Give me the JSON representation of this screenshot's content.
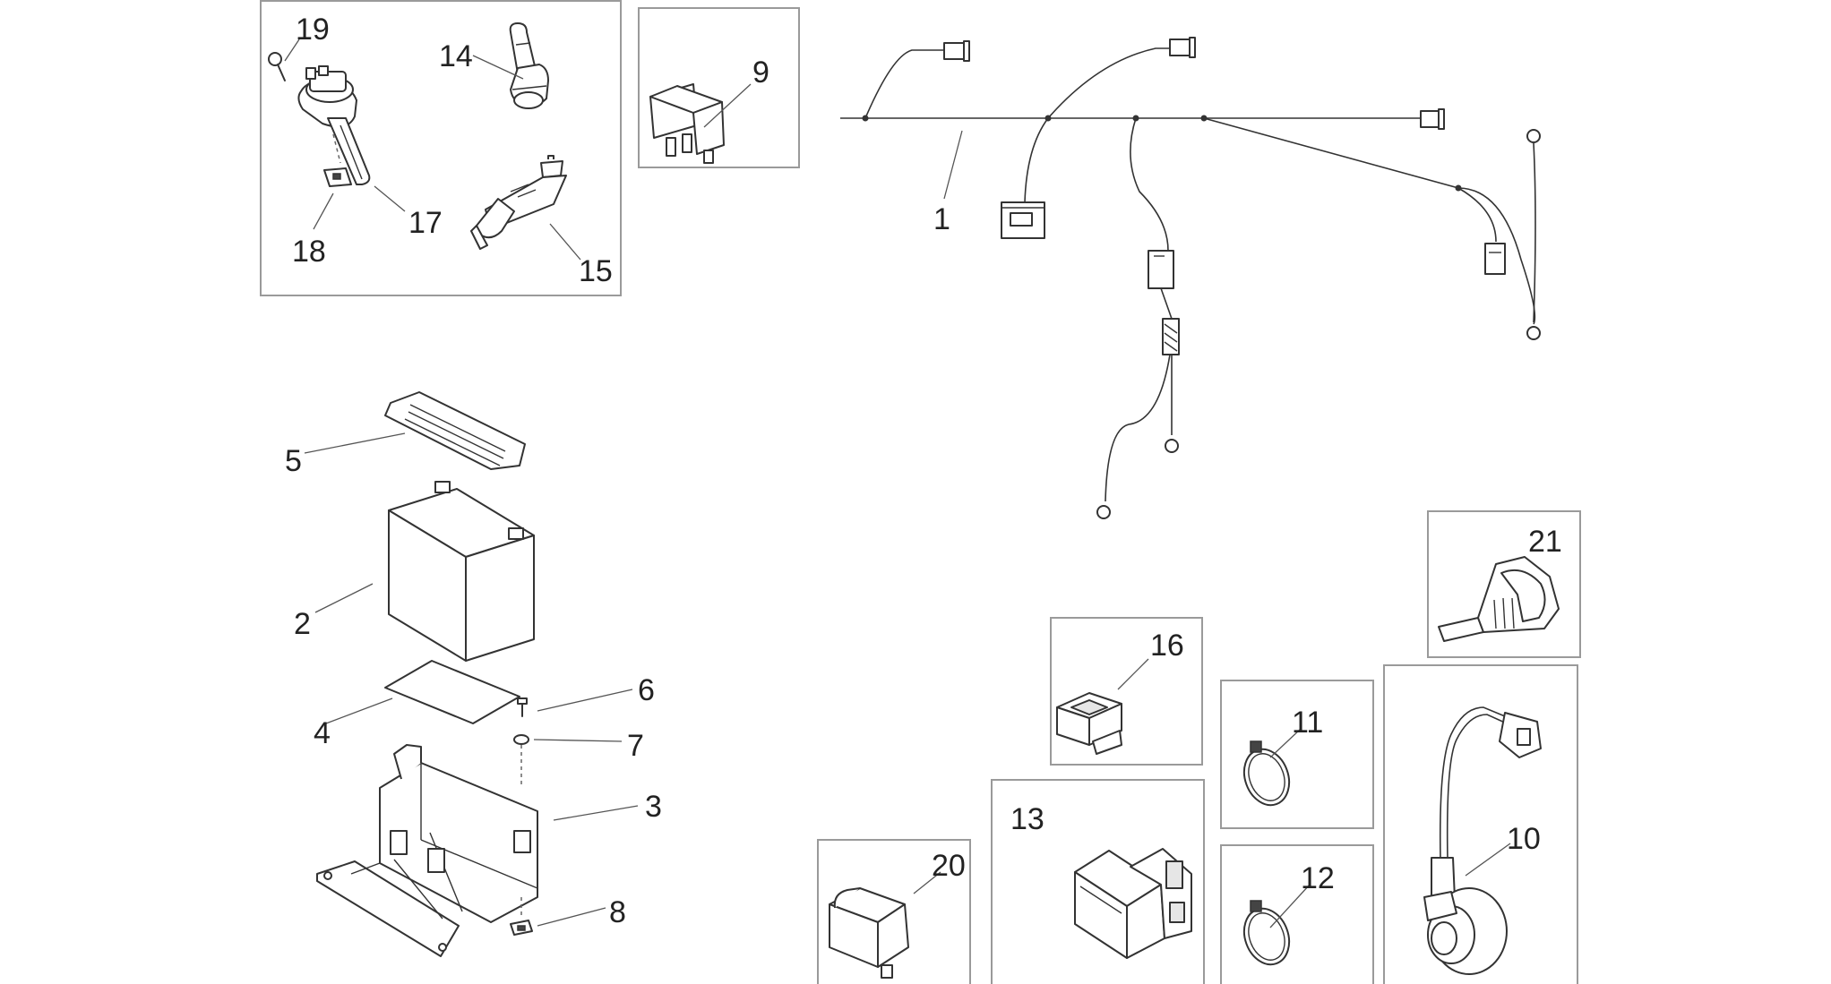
{
  "parts": [
    {
      "id": "p1",
      "label": "1",
      "shape": "wiring-harness"
    },
    {
      "id": "p2",
      "label": "2",
      "shape": "battery"
    },
    {
      "id": "p3",
      "label": "3",
      "shape": "battery-tray"
    },
    {
      "id": "p4",
      "label": "4",
      "shape": "battery-pad"
    },
    {
      "id": "p5",
      "label": "5",
      "shape": "battery-strap"
    },
    {
      "id": "p6",
      "label": "6",
      "shape": "screw"
    },
    {
      "id": "p7",
      "label": "7",
      "shape": "washer"
    },
    {
      "id": "p8",
      "label": "8",
      "shape": "clip-nut"
    },
    {
      "id": "p9",
      "label": "9",
      "shape": "relay"
    },
    {
      "id": "p10",
      "label": "10",
      "shape": "speed-sensor"
    },
    {
      "id": "p11",
      "label": "11",
      "shape": "cable-tie"
    },
    {
      "id": "p12",
      "label": "12",
      "shape": "cable-tie"
    },
    {
      "id": "p13",
      "label": "13",
      "shape": "control-unit"
    },
    {
      "id": "p14",
      "label": "14",
      "shape": "spark-plug-cap"
    },
    {
      "id": "p15",
      "label": "15",
      "shape": "spark-plug"
    },
    {
      "id": "p16",
      "label": "16",
      "shape": "connector-cover"
    },
    {
      "id": "p17",
      "label": "17",
      "shape": "ignition-coil"
    },
    {
      "id": "p18",
      "label": "18",
      "shape": "clip-nut"
    },
    {
      "id": "p19",
      "label": "19",
      "shape": "screw"
    },
    {
      "id": "p20",
      "label": "20",
      "shape": "relay"
    },
    {
      "id": "p21",
      "label": "21",
      "shape": "cable-holder"
    }
  ]
}
